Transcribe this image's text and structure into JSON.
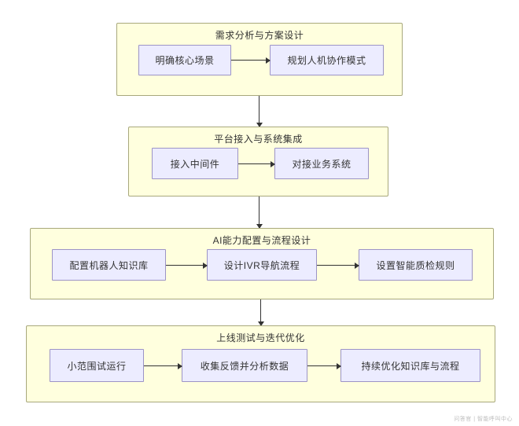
{
  "diagram": {
    "stages": [
      {
        "title": "需求分析与方案设计",
        "nodes": [
          "明确核心场景",
          "规划人机协作模式"
        ]
      },
      {
        "title": "平台接入与系统集成",
        "nodes": [
          "接入中间件",
          "对接业务系统"
        ]
      },
      {
        "title": "AI能力配置与流程设计",
        "nodes": [
          "配置机器人知识库",
          "设计IVR导航流程",
          "设置智能质检规则"
        ]
      },
      {
        "title": "上线测试与迭代优化",
        "nodes": [
          "小范围试运行",
          "收集反馈并分析数据",
          "持续优化知识库与流程"
        ]
      }
    ],
    "watermark": "问答官 | 智能呼叫中心"
  },
  "colors": {
    "bg": "#ffffff",
    "cluster_fill": "#ffffde",
    "cluster_border": "#a8a87c",
    "node_fill": "#ececff",
    "node_border": "#9c94c6",
    "text": "#333333",
    "arrow": "#333333",
    "watermark": "#bdbdbd"
  }
}
